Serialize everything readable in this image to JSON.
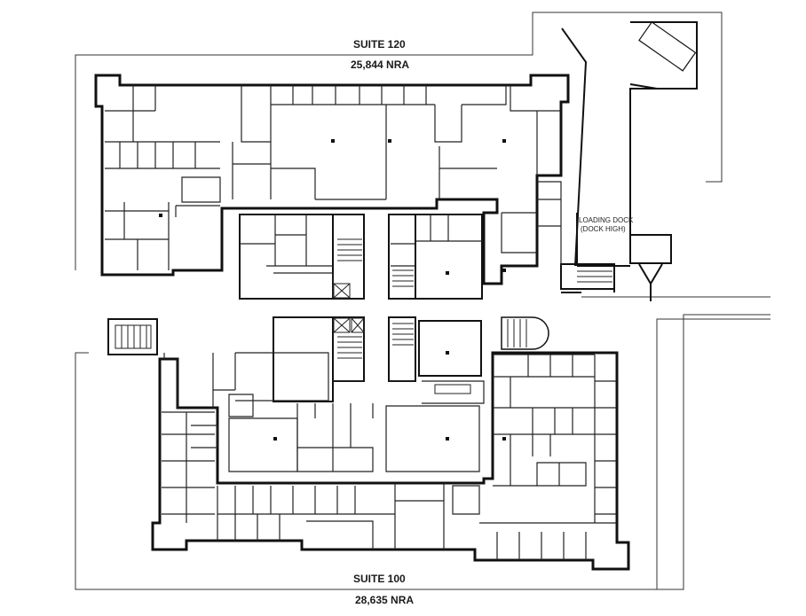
{
  "suites": {
    "north": {
      "name": "SUITE 120",
      "area": "25,844 NRA"
    },
    "south": {
      "name": "SUITE 100",
      "area": "28,635 NRA"
    }
  },
  "loading_dock": {
    "line1": "LOADING DOCK",
    "line2": "(DOCK HIGH)"
  },
  "colors": {
    "wall": "#111111",
    "boundary": "#333333",
    "background": "#ffffff"
  }
}
